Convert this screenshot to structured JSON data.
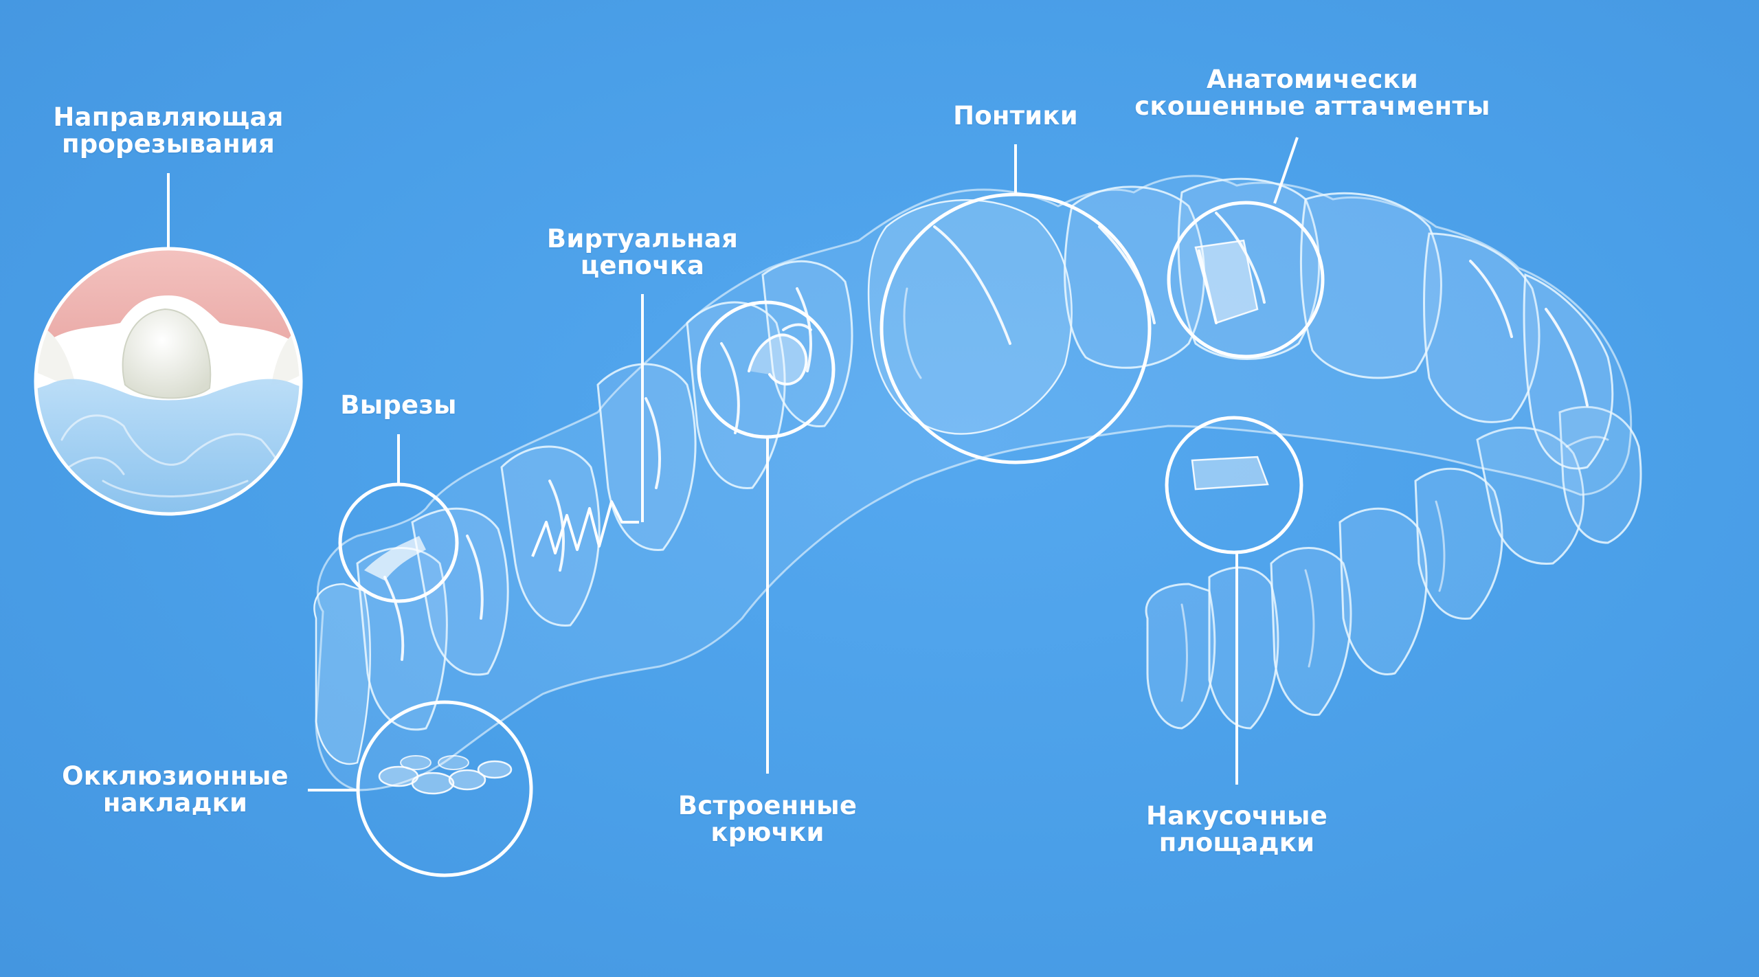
{
  "labels": {
    "eruption_guide": [
      "Направляющая",
      "прорезывания"
    ],
    "cutouts": [
      "Вырезы"
    ],
    "virtual_chain": [
      "Виртуальная",
      "цепочка"
    ],
    "pontics": [
      "Понтики"
    ],
    "attachments": [
      "Анатомически",
      "скошенные аттачменты"
    ],
    "occlusal_pads": [
      "Окклюзионные",
      "накладки"
    ],
    "built_in_hooks": [
      "Встроенные",
      "крючки"
    ],
    "bite_ramps": [
      "Накусочные",
      "площадки"
    ]
  },
  "colors": {
    "background": "#4a9fe8",
    "callout": "#ffffff",
    "gum": "#f2b8b5",
    "tooth": "#eef0e6"
  }
}
